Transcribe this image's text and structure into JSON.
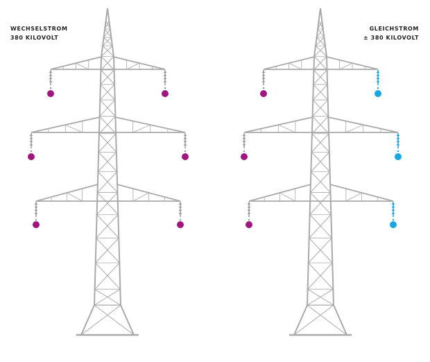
{
  "left_tower": {
    "title": "WECHSELSTROM",
    "voltage": "380 KILOVOLT",
    "conductor_color": "#a0167f"
  },
  "right_tower": {
    "title": "GLEICHSTROM",
    "voltage": "± 380 KILOVOLT",
    "conductor_color_left": "#a0167f",
    "conductor_color_right": "#1aa6e0"
  },
  "colors": {
    "tower": "#a9a9a9",
    "insulator": "#9a9a9a",
    "text": "#222222"
  }
}
